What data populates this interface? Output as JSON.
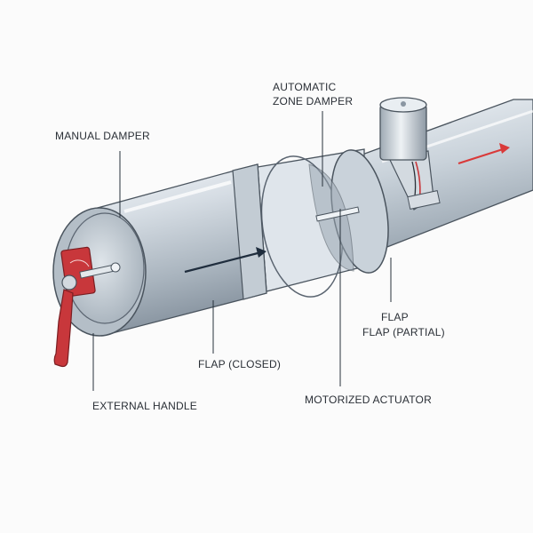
{
  "labels": {
    "manual_damper": "MANUAL DAMPER",
    "automatic_zone_damper_line1": "AUTOMATIC",
    "automatic_zone_damper_line2": "ZONE DAMPER",
    "flap_closed": "FLAP (CLOSED)",
    "flap": "FLAP",
    "flap_partial": "FLAP (PARTIAL)",
    "external_handle": "EXTERNAL HANDLE",
    "motorized_actuator": "MOTORIZED ACTUATOR"
  },
  "colors": {
    "duct_light": "#e6ebf0",
    "duct_mid": "#b9c3cc",
    "duct_dark": "#7f8b96",
    "outline": "#3d4650",
    "handle_red": "#c8373b",
    "flow_arrow_dark": "#1f2d3d",
    "flow_arrow_red": "#d93a3a",
    "leader_line": "#27313b"
  }
}
